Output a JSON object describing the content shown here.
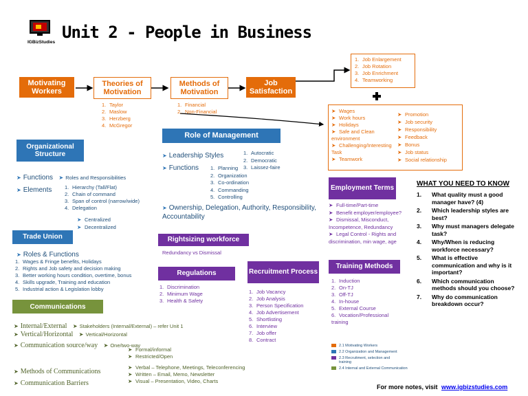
{
  "header": {
    "logo_text": "IGBizStudies",
    "title": "Unit 2 - People in Business"
  },
  "flow": {
    "motivating_workers": "Motivating Workers",
    "theories_title": "Theories of Motivation",
    "theories": [
      "Taylor",
      "Maslow",
      "Herzberg",
      "McGregor"
    ],
    "methods_title": "Methods of Motivation",
    "methods": [
      "Financial",
      "Non-Financial"
    ],
    "job_satisfaction": "Job Satisfaction",
    "job_design": [
      "Job Enlargement",
      "Job Rotation",
      "Job Enrichment",
      "Teamworking"
    ],
    "satisfaction_left": [
      "Wages",
      "Work hours",
      "Holidays",
      "Safe and Clean environment",
      "Challenging/Interesting Task",
      "Teamwork"
    ],
    "satisfaction_right": [
      "Promotion",
      "Job security",
      "Responsibility",
      "Feedback",
      "Bonus",
      "Job status",
      "Social relationship"
    ]
  },
  "org_structure": {
    "title": "Organizational Structure",
    "functions_label": "Functions",
    "functions_desc": "Roles and Responsibilities",
    "elements_label": "Elements",
    "elements": [
      "Hierarchy (Tall/Flat)",
      "Chain of command",
      "Span of control (narrow/wide)",
      "Delegation"
    ],
    "delegation_types": [
      "Centralized",
      "Decentralized"
    ]
  },
  "role_mgmt": {
    "title": "Role of Management",
    "leadership_label": "Leadership Styles",
    "leadership": [
      "Autocratic",
      "Democratic",
      "Laissez-faire"
    ],
    "functions_label": "Functions",
    "functions": [
      "Planning",
      "Organization",
      "Co-ordination",
      "Commanding",
      "Controlling"
    ],
    "ownership": "Ownership, Delegation, Authority, Responsibility, Accountability"
  },
  "trade_union": {
    "title": "Trade Union",
    "roles_label": "Roles & Functions",
    "roles": [
      "Wages & Fringe benefits, Holidays",
      "Rights and Job safety and decision making",
      "Better working hours condition, overtime, bonus",
      "Skills upgrade, Training and education",
      "Industrial action & Legislation lobby"
    ]
  },
  "rightsizing": {
    "title": "Rightsizing workforce",
    "desc": "Redundancy vs Dismissal"
  },
  "regulations": {
    "title": "Regulations",
    "items": [
      "Discrimination",
      "Minimum Wage",
      "Health & Safety"
    ]
  },
  "recruitment": {
    "title": "Recruitment Process",
    "items": [
      "Job Vacancy",
      "Job Analysis",
      "Person Specification",
      "Job Advertisement",
      "Shortlisting",
      "Interview",
      "Job offer",
      "Contract"
    ]
  },
  "employment_terms": {
    "title": "Employment Terms",
    "items": [
      "Full-time/Part-time",
      "Benefit employer/employee?",
      "Dismissal, Misconduct, Incompetence, Redundancy",
      "Legal Control - Rights and discrimination, min wage, age"
    ]
  },
  "training": {
    "title": "Training Methods",
    "items": [
      "Induction",
      "On-TJ",
      "Off-TJ",
      "In-house",
      "External Course",
      "Vocation/Professional training"
    ]
  },
  "communications": {
    "title": "Communications",
    "rows": [
      {
        "label": "Internal/External",
        "desc": "Stakeholders (Internal/External) – refer Unit 1"
      },
      {
        "label": "Vertical/Horizontal",
        "desc": "Vertical/Horizontal"
      },
      {
        "label": "Communication source/way",
        "desc": "One/two-way"
      }
    ],
    "source_extra": [
      "Formal/informal",
      "Restricted/Open"
    ],
    "methods_label": "Methods of Communications",
    "methods": [
      "Verbal – Telephone, Meetings, Teleconferencing",
      "Written – Email, Memo, Newsletter",
      "Visual – Presentation, Video, Charts"
    ],
    "barriers_label": "Communication Barriers"
  },
  "need_to_know": {
    "title": "WHAT YOU NEED TO KNOW",
    "questions": [
      "What quality must a good manager have? (4)",
      "Which leadership styles are best?",
      "Why must managers delegate task?",
      "Why/When is reducing workforce necessary?",
      "What is effective communication and why is it important?",
      "Which communication methods should you choose?",
      "Why do communication breakdown occur?"
    ]
  },
  "legend": [
    {
      "label": "2.1 Motivating Workers",
      "color": "#e46c0a"
    },
    {
      "label": "2.2 Organization and Management",
      "color": "#2e75b6"
    },
    {
      "label": "2.3 Recruitment, selection and training",
      "color": "#7030a0"
    },
    {
      "label": "2.4 Internal and External Communication",
      "color": "#77933c"
    }
  ],
  "footer": {
    "text": "For more notes, visit",
    "link": "www.igbizstudies.com"
  }
}
